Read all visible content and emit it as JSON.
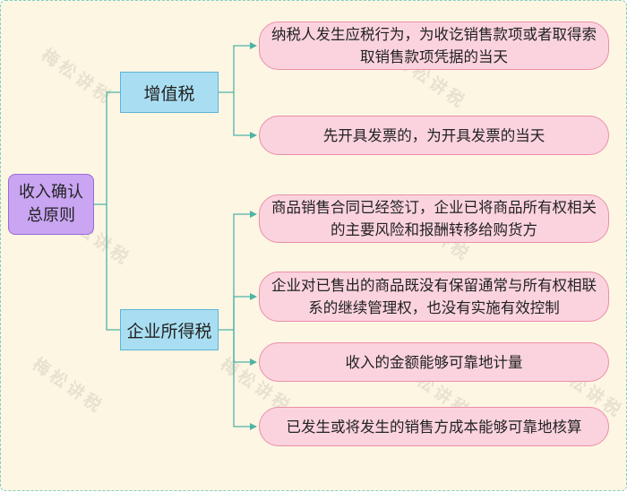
{
  "diagram": {
    "root": {
      "label": "收入确认总原则"
    },
    "branches": [
      {
        "label": "增值税",
        "leaves": [
          "纳税人发生应税行为，为收讫销售款项或者取得索取销售款项凭据的当天",
          "先开具发票的，为开具发票的当天"
        ]
      },
      {
        "label": "企业所得税",
        "leaves": [
          "商品销售合同已经签订，企业已将商品所有权相关的主要风险和报酬转移给购货方",
          "企业对已售出的商品既没有保留通常与所有权相联系的继续管理权，也没有实施有效控制",
          "收入的金额能够可靠地计量",
          "已发生或将发生的销售方成本能够可靠地核算"
        ]
      }
    ]
  },
  "watermark": {
    "text": "梅松讲税"
  },
  "colors": {
    "background": "#fdf6e3",
    "frame_border": "#7fd1c4",
    "root_fill": "#c9a5f2",
    "branch_fill": "#a9def2",
    "leaf_fill": "#fbd3df",
    "connector": "#4fb3a6"
  }
}
